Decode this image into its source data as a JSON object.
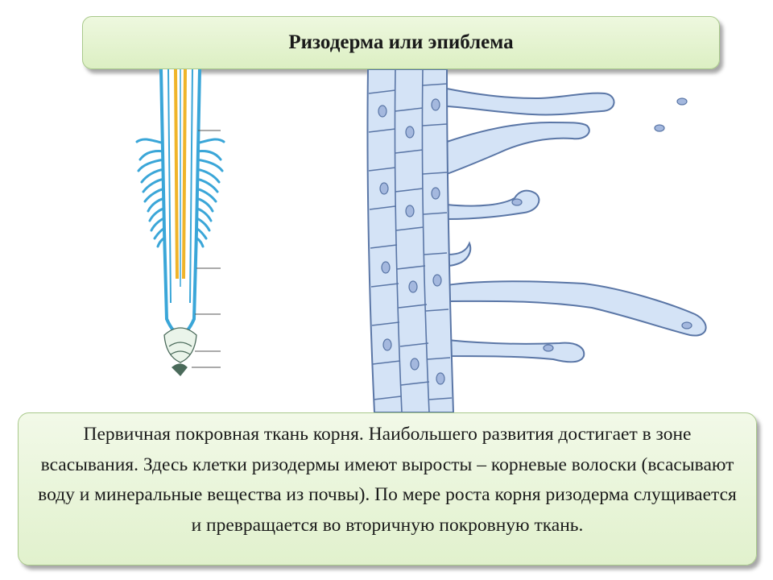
{
  "slide": {
    "title": "Ризодерма или эпиблема",
    "body": "Первичная покровная ткань корня. Наибольшего развития достигает в зоне всасывания. Здесь клетки ризодермы имеют выросты – корневые волоски (всасывают воду и минеральные вещества из почвы). По мере роста корня ризодерма слущивается и превращается во вторичную покровную ткань."
  },
  "icons": {
    "root_diagram": "root-tip-zones-diagram",
    "hair_diagram": "rhizodermis-root-hairs-diagram"
  },
  "colors": {
    "box_fill": "#dcefc3",
    "box_border": "#a9c98b",
    "root_blue": "#3aa6d8",
    "central_yellow": "#f0b42a",
    "cell_fill": "#d4e3f6",
    "cell_outline": "#5a76a6"
  }
}
